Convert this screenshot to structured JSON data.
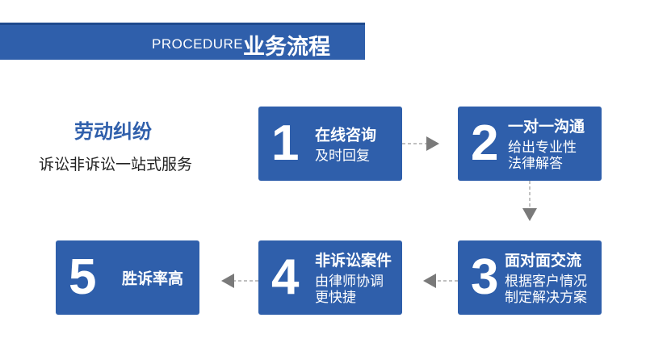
{
  "header": {
    "label_en": "PROCEDURE",
    "label_zh": "业务流程"
  },
  "intro": {
    "title": "劳动纠纷",
    "subtitle": "诉讼非诉讼一站式服务"
  },
  "steps": [
    {
      "number": "1",
      "title": "在线咨询",
      "lines": [
        "及时回复"
      ]
    },
    {
      "number": "2",
      "title": "一对一沟通",
      "lines": [
        "给出专业性",
        "法律解答"
      ]
    },
    {
      "number": "3",
      "title": "面对面交流",
      "lines": [
        "根据客户情况",
        "制定解决方案"
      ]
    },
    {
      "number": "4",
      "title": "非诉讼案件",
      "lines": [
        "由律师协调",
        "更快捷"
      ]
    },
    {
      "number": "5",
      "title": "胜诉率高",
      "lines": []
    }
  ],
  "colors": {
    "primary": "#2f5fab",
    "connector": "#9a9a9a",
    "arrow": "#7a7a7a"
  }
}
